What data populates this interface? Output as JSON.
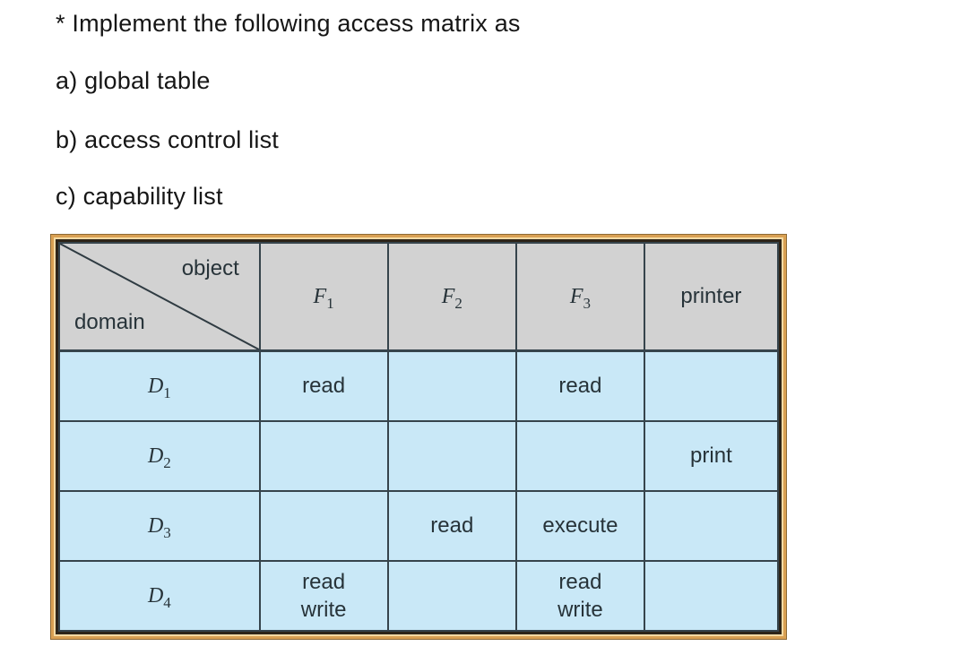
{
  "page": {
    "title": "* Implement the following access matrix as",
    "items": [
      {
        "label": "a) global table"
      },
      {
        "label": "b) access control list"
      },
      {
        "label": "c) capability list"
      }
    ]
  },
  "matrix": {
    "corner": {
      "top_label": "object",
      "bottom_label": "domain"
    },
    "columns": [
      {
        "label": "F₁",
        "variable": true
      },
      {
        "label": "F₂",
        "variable": true
      },
      {
        "label": "F₃",
        "variable": true
      },
      {
        "label": "printer",
        "variable": false
      }
    ],
    "rows": [
      {
        "domain": "D₁",
        "cells": [
          "read",
          "",
          "read",
          ""
        ]
      },
      {
        "domain": "D₂",
        "cells": [
          "",
          "",
          "",
          "print"
        ]
      },
      {
        "domain": "D₃",
        "cells": [
          "",
          "read",
          "execute",
          ""
        ]
      },
      {
        "domain": "D₄",
        "cells": [
          "read\nwrite",
          "",
          "read\nwrite",
          ""
        ]
      }
    ],
    "colors": {
      "header_bg": "#d2d2d2",
      "body_bg": "#c9e8f7",
      "grid_line": "#36444c",
      "frame_gold": "#d9a053",
      "frame_highlight": "#f3daa4",
      "frame_dark": "#2d2418",
      "text": "#273339"
    }
  }
}
